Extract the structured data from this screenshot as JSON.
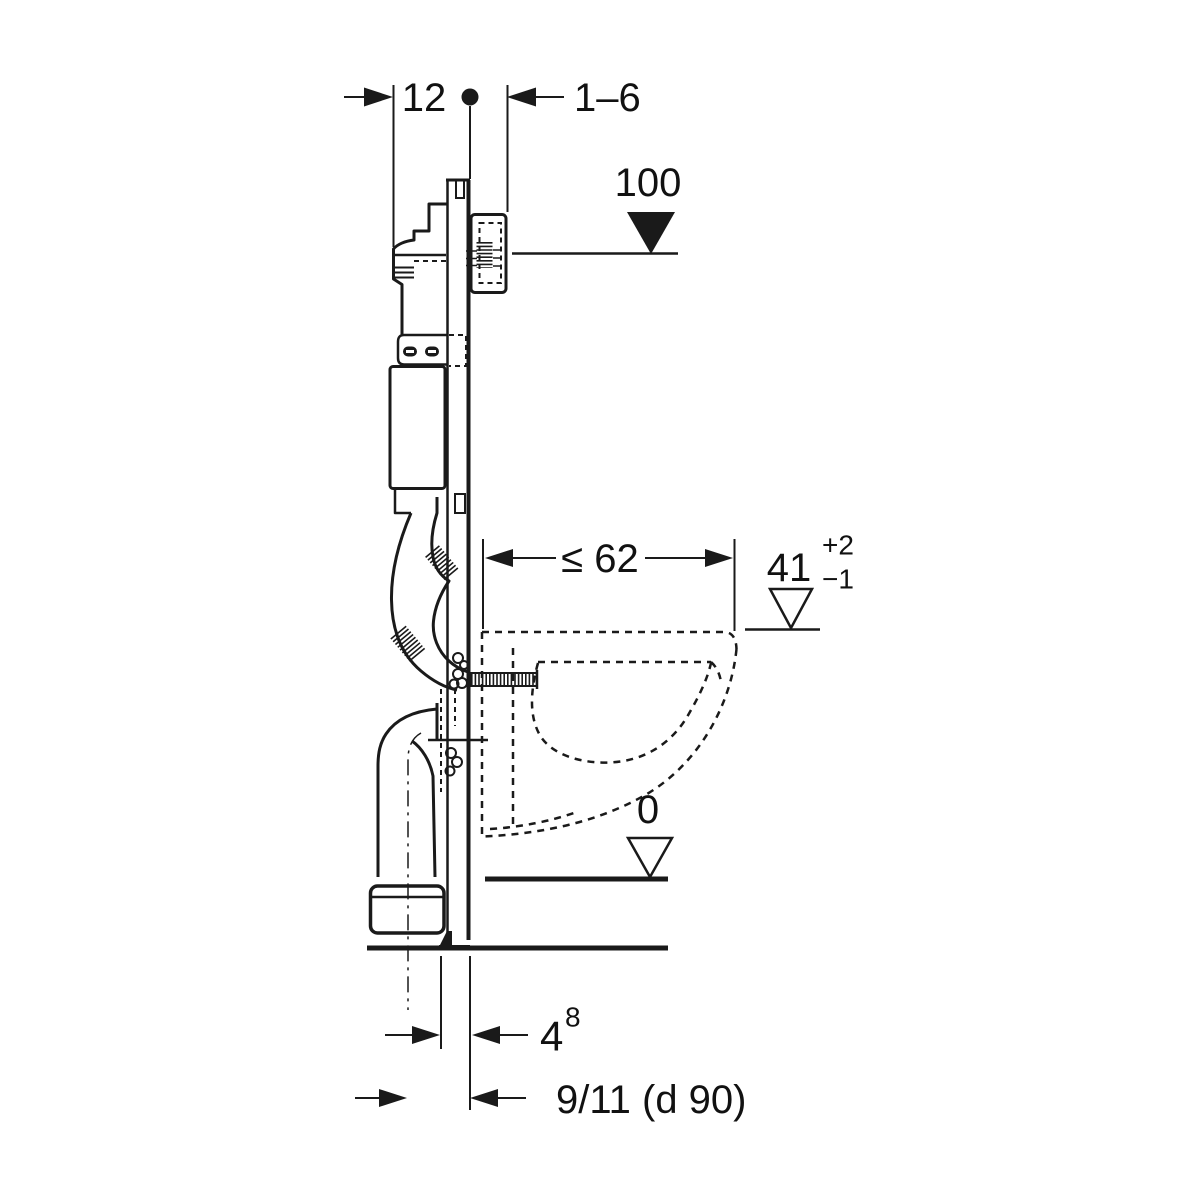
{
  "drawing": {
    "dimensions": {
      "cistern_depth": "12",
      "wall_finish_range": "1–6",
      "top_level": "100",
      "outreach_max": "≤ 62",
      "bowl_height": "41",
      "bowl_height_tol_plus": "+2",
      "bowl_height_tol_minus": "−1",
      "floor_level": "0",
      "drain_offset": "4",
      "drain_offset_sup": "8",
      "drain_pipe": "9/11 (d 90)"
    },
    "colors": {
      "ink": "#1a1a1a",
      "background": "#ffffff"
    }
  }
}
